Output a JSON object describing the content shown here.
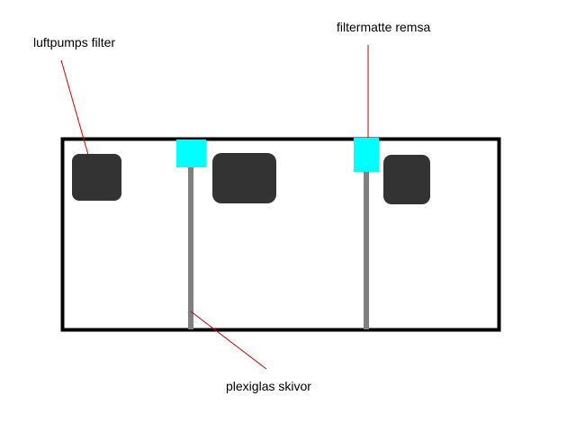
{
  "labels": {
    "air_pump_filter": "luftpumps filter",
    "filter_mat_strip": "filtermatte remsa",
    "plexiglass_panes": "plexiglas skivor"
  },
  "colors": {
    "tank_border": "#000000",
    "block_fill": "#333333",
    "divider": "#808080",
    "filter_mat": "#00ffff",
    "leader_line": "#cc0000",
    "background": "#ffffff"
  }
}
